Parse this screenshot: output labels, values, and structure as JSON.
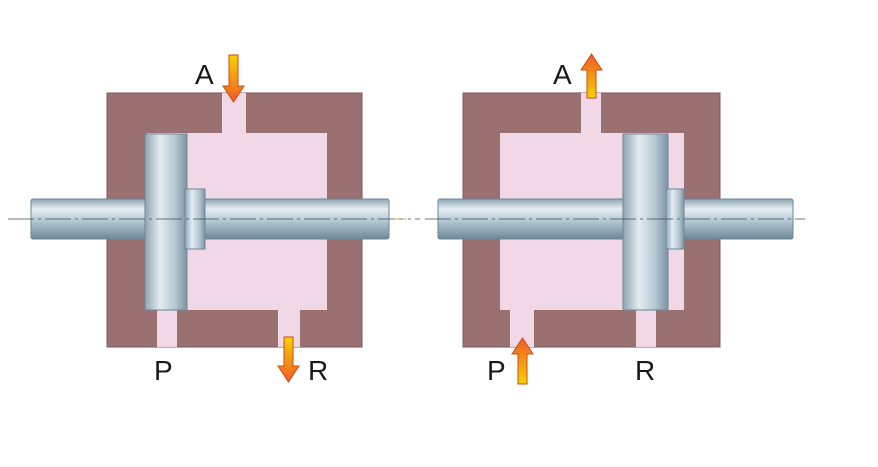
{
  "diagram": {
    "left_valve": {
      "ports": {
        "a": "A",
        "p": "P",
        "r": "R"
      },
      "arrows": {
        "a": "down",
        "r": "down"
      }
    },
    "right_valve": {
      "ports": {
        "a": "A",
        "p": "P",
        "r": "R"
      },
      "arrows": {
        "a": "up",
        "p": "up"
      }
    },
    "colors": {
      "housing": "#9a7070",
      "chamber": "#f0d8e6",
      "spool_shaft": "#b4c9d4",
      "spool_land": "#c4d4dc",
      "arrow_top": "#f7d200",
      "arrow_bottom": "#ef5a28"
    }
  }
}
